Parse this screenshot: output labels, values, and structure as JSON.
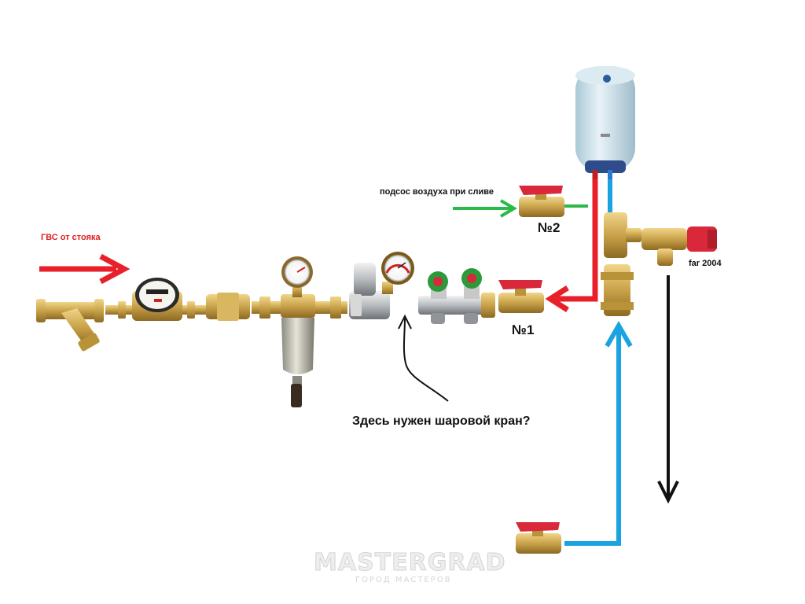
{
  "labels": {
    "hot_water_source": "ГВС от стояка",
    "air_intake_note": "подсос воздуха при сливе",
    "valve_no2": "№2",
    "valve_no1": "№1",
    "safety_valve_model": "far 2004",
    "question": "Здесь нужен шаровой кран?"
  },
  "watermark": {
    "brand": "MASTERGRAD",
    "tagline": "ГОРОД МАСТЕРОВ"
  },
  "colors": {
    "hot_line": "#e8202a",
    "cold_line": "#1aa3e0",
    "air_line": "#2db84a",
    "drain_line": "#111111",
    "brass": "#c9a24a",
    "valve_handle": "#d8283a",
    "heater_body": "#cfe4ee"
  }
}
